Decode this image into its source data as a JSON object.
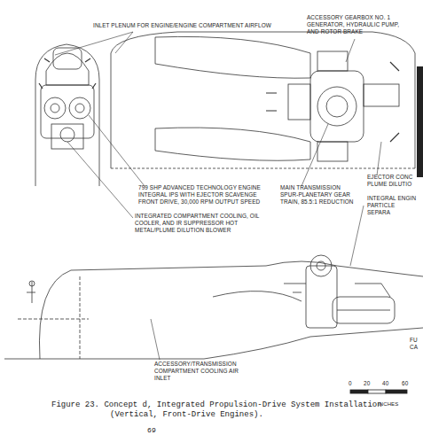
{
  "diagram": {
    "caption": "Figure 23. Concept d, Integrated Propulsion-Drive System Installation (Vertical, Front-Drive Engines).",
    "labels": [
      "INLET PLENUM FOR ENGINE/ENGINE COMPARTMENT AIRFLOW",
      "ACCESSORY GEARBOX NO. 1 GENERATOR, HYDRAULIC PUMP, AND ROTOR BRAKE",
      "799 SHP ADVANCED TECHNOLOGY ENGINE INTEGRAL IPS WITH EJECTOR SCAVENGE FRONT DRIVE, 30,000 RPM OUTPUT SPEED",
      "MAIN TRANSMISSION SPUR-PLANETARY GEAR TRAIN, 85.5:1 REDUCTION",
      "EJECTOR CONC PLUME DILUTIO",
      "INTEGRAL ENGIN PARTICLE SEPARA",
      "INTEGRATED COMPARTMENT COOLING, OIL COOLER, AND IR SUPPRESSOR HOT METAL/PLUME DILUTION BLOWER",
      "FU CA",
      "ACCESSORY/TRANSMISSION COMPARTMENT COOLING AIR INLET",
      "0",
      "20",
      "40",
      "60",
      "INCHES",
      "69"
    ]
  }
}
